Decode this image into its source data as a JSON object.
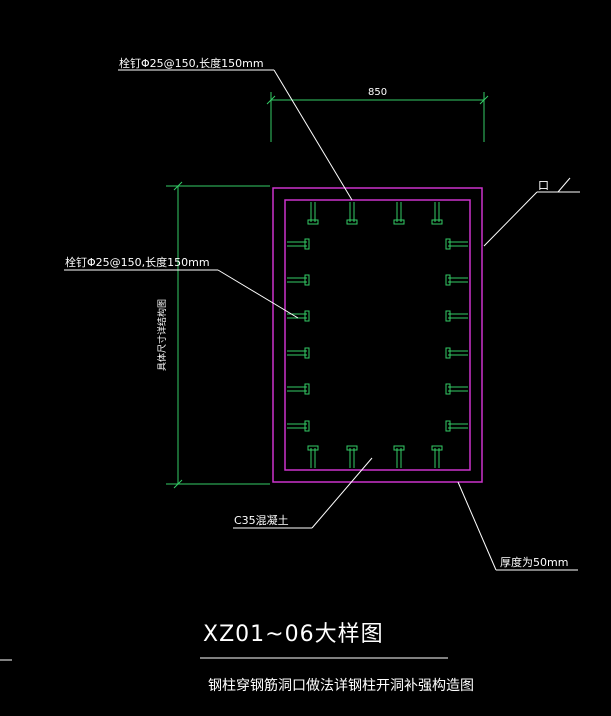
{
  "drawing": {
    "annotations": {
      "stud_top": "栓钉Φ25@150,长度150mm",
      "stud_left": "栓钉Φ25@150,长度150mm",
      "dimension_width": "850",
      "mouth_label": "口",
      "vertical_dim_text": "具体尺寸详结构图",
      "concrete": "C35混凝土",
      "plate_thickness": "厚度为50mm"
    },
    "title": "XZ01~06大样图",
    "subtitle": "钢柱穿钢筋洞口做法详钢柱开洞补强构造图"
  },
  "colors": {
    "background": "#000000",
    "outer_plate": "#cc33cc",
    "inner_plate": "#cc33cc",
    "dimension": "#33cc66",
    "studs": "#33cc66",
    "leaders": "#ffffff",
    "text": "#ffffff"
  }
}
